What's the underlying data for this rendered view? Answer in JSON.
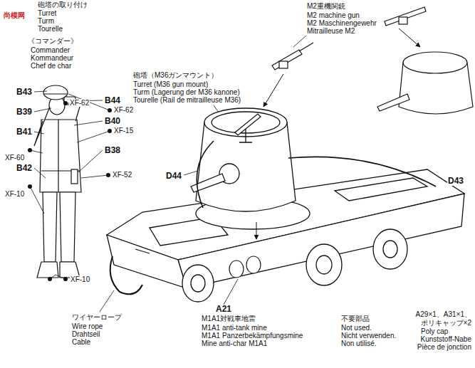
{
  "diagram": {
    "title": "砲塔の取り付け",
    "labels": [
      "尚模网",
      "Turret",
      "Turm",
      "Tourelle",
      "《コマンダー》",
      "Commander",
      "Kommandeur",
      "Chef de char",
      "B43",
      "XF-62",
      "B44",
      "XF-62",
      "B39",
      "B40",
      "XF-15",
      "B41",
      "XF-60",
      "B38",
      "B42",
      "XF-52",
      "XF-10",
      "XF-10",
      "M2重機関銃",
      "M2 machine gun",
      "M2 Maschinengewehr",
      "Mitrailleuse M2",
      "砲塔（M36ガンマウント）",
      "Turret (M36 gun mount)",
      "Turm (Lagerung der M36 kanone)",
      "Tourelle (Rail de mitrailleuse M36)",
      "D44",
      "D43",
      "ワイヤーロープ",
      "Wire rope",
      "Drahtseil",
      "Cable",
      "A21",
      "M1A1対戦車地雷",
      "M1A1 anti-tank mine",
      "M1A1 Panzerbekämpfungsmine",
      "Mine anti-char M1A1",
      "不要部品",
      "Not used.",
      "Nicht verwenden.",
      "Non utilisé.",
      "A29×1、A31×1、",
      "ポリキャップ×2",
      "Poly cap",
      "Kunststoff-Nabe",
      "Pièce de jonction"
    ]
  }
}
